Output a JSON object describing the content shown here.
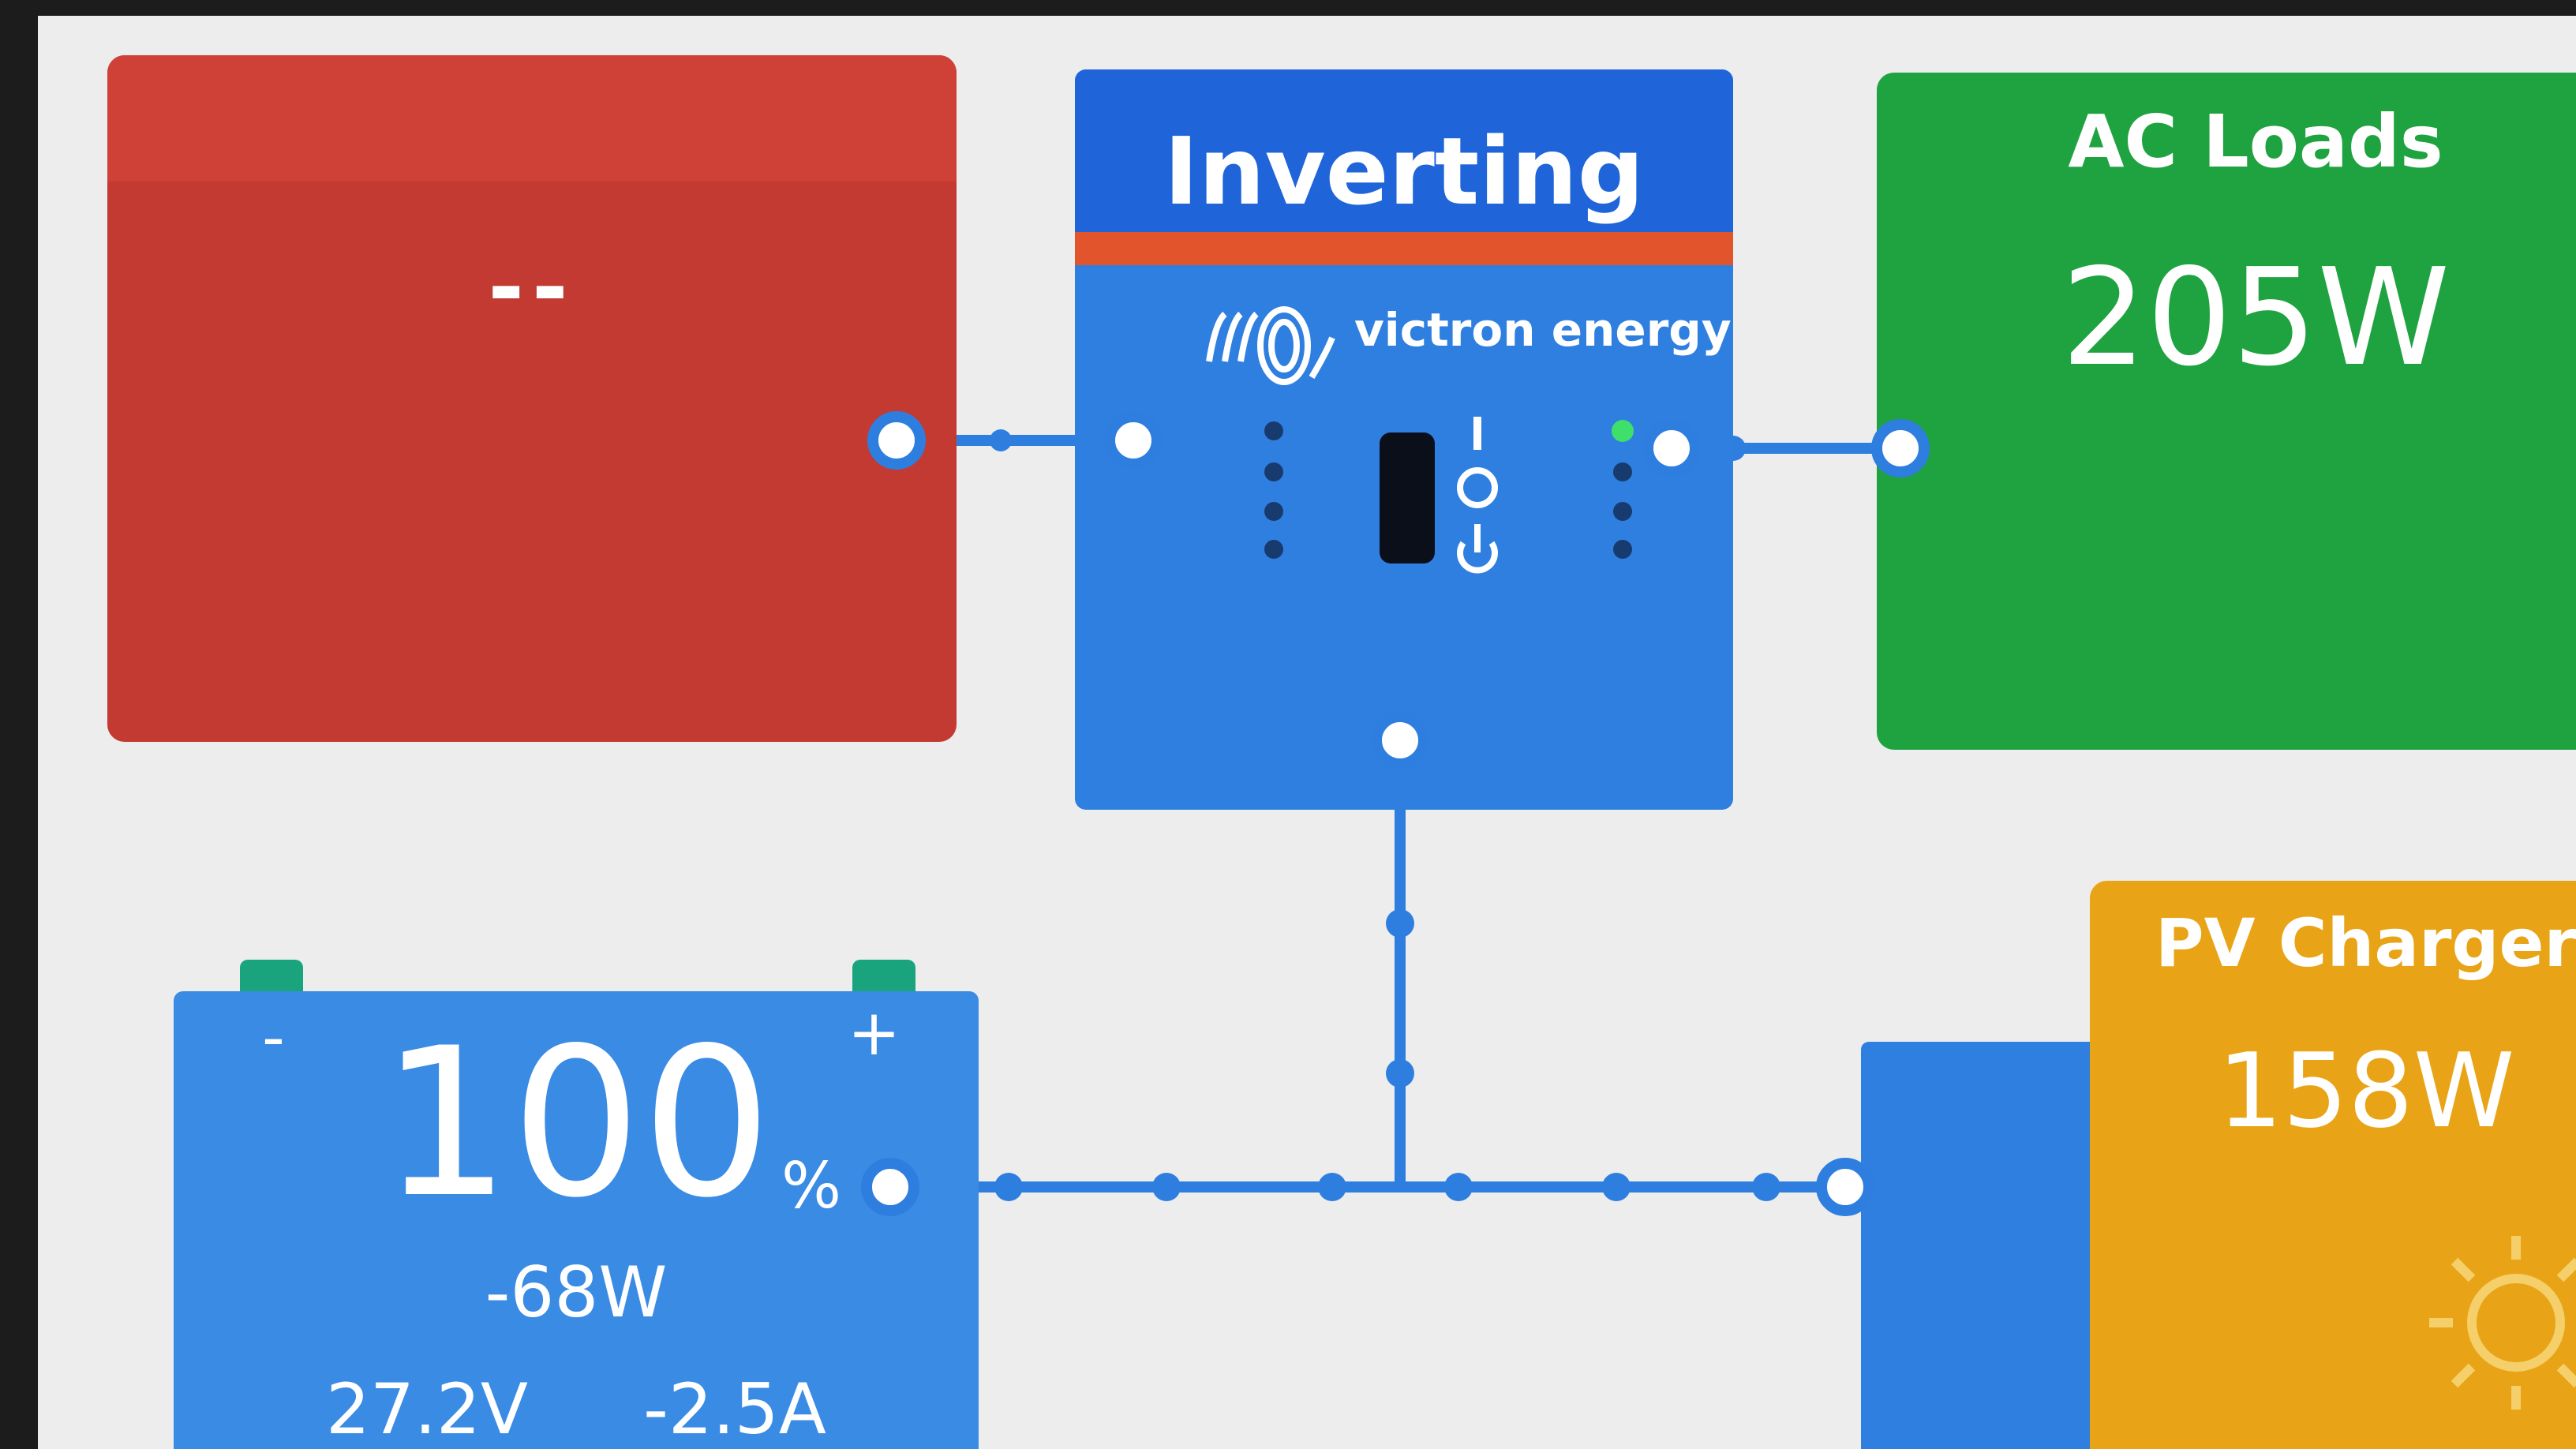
{
  "ac_input": {
    "value": "--"
  },
  "multi": {
    "state": "Inverting",
    "brand": "victron energy"
  },
  "ac_loads": {
    "title": "AC Loads",
    "value": "205W"
  },
  "battery": {
    "soc": "100",
    "soc_unit": "%",
    "power": "-68W",
    "voltage": "27.2V",
    "current": "-2.5A",
    "minus_label": "-",
    "plus_label": "+"
  },
  "pv_charger": {
    "title": "PV Charger",
    "value": "158W"
  },
  "colors": {
    "ac_input": "#c23a32",
    "multi": "#2f7fe0",
    "ac_loads": "#1fa340",
    "battery": "#3a8be4",
    "pv_charger": "#e8a416",
    "accent_orange": "#e2542c",
    "connector": "#2e7ee0"
  },
  "icons": [
    "victron-logo-icon",
    "on-off-switch-icon",
    "sun-icon",
    "battery-terminal-icon"
  ]
}
